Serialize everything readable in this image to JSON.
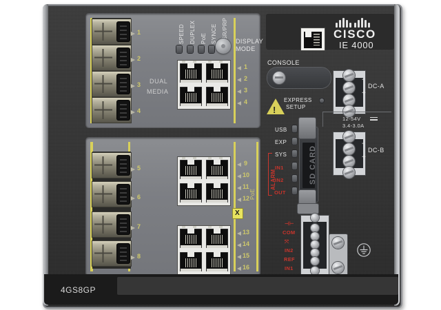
{
  "device": {
    "brand": "CISCO",
    "model_name": "IE 4000",
    "model_code": "4GS8GP"
  },
  "led_bank_top": {
    "labels": [
      "SPEED",
      "DUPLEX",
      "PoE",
      "SYNCE",
      "HSR/PRP"
    ],
    "button_label_line1": "DISPLAY",
    "button_label_line2": "MODE"
  },
  "status_leds": {
    "labels": [
      "USB",
      "EXP",
      "SYS",
      "IN1",
      "IN2",
      "OUT"
    ],
    "group_label": "ALARM"
  },
  "sd_card": {
    "label": "SD CARD"
  },
  "console": {
    "label": "CONSOLE"
  },
  "express_setup": {
    "line1": "EXPRESS",
    "line2": "SETUP",
    "warning_glyph": "!"
  },
  "dual_media": {
    "line1": "DUAL",
    "line2": "MEDIA"
  },
  "power": {
    "dc_a_label": "DC-A",
    "dc_b_label": "DC-B",
    "voltage": "12-54V",
    "current": "3.4-3.0A",
    "plus": "+",
    "minus": "-"
  },
  "alarm_terminal": {
    "labels": [
      "⊣⊢",
      "COM",
      "⤧",
      "IN2",
      "REF",
      "IN1"
    ]
  },
  "ports": {
    "poe_label": "PoE",
    "x_marker": "X",
    "sfp_top_numbers": [
      "1",
      "2",
      "3",
      "4"
    ],
    "sfp_bottom_numbers": [
      "5",
      "6",
      "7",
      "8"
    ],
    "rj_top_numbers": [
      "1",
      "2",
      "3",
      "4"
    ],
    "rj_bottom_numbers": [
      "9",
      "10",
      "11",
      "12",
      "13",
      "14",
      "15",
      "16"
    ]
  },
  "colors": {
    "chassis": "#313131",
    "panel": "#7d7f84",
    "yellow": "#d8d05a",
    "port_number": "#cfc96a",
    "alarm_red": "#c9352c"
  }
}
